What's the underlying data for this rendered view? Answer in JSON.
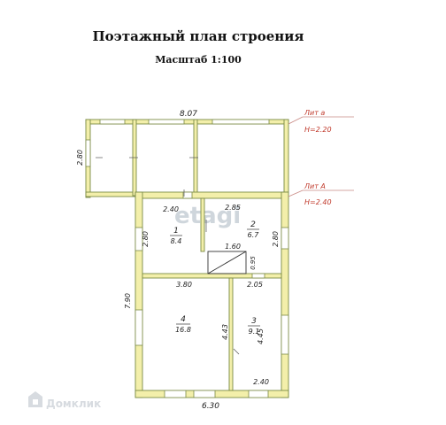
{
  "header": {
    "title": "Поэтажный план строения",
    "scale": "Масштаб 1:100"
  },
  "annotations": {
    "liter_a1": "Лит а",
    "height_a1": "Н=2.20",
    "liter_a": "Лит А",
    "height_a": "Н=2.40"
  },
  "dimensions": {
    "top_width": "8.07",
    "veranda_height": "2.80",
    "room1_width": "2.40",
    "room2_width": "2.85",
    "room1_height": "2.80",
    "room2_height": "2.80",
    "stair_width": "1.60",
    "stair_depth": "0.95",
    "room4_width": "3.80",
    "room3_width": "2.05",
    "left_total": "7.90",
    "room4_height": "4.43",
    "room3_height": "4.45",
    "room3_bottom": "2.40",
    "bottom_width": "6.30"
  },
  "rooms": [
    {
      "number": "1",
      "area": "8.4"
    },
    {
      "number": "2",
      "area": "6.7"
    },
    {
      "number": "3",
      "area": "9.1"
    },
    {
      "number": "4",
      "area": "16.8"
    }
  ],
  "watermarks": {
    "center": "etagi",
    "brand": "Домклик"
  },
  "colors": {
    "wall_fill": "#f3efaa",
    "wall_stroke": "#7a8a45",
    "annotation": "#c0392b",
    "leader": "#c98a84"
  }
}
